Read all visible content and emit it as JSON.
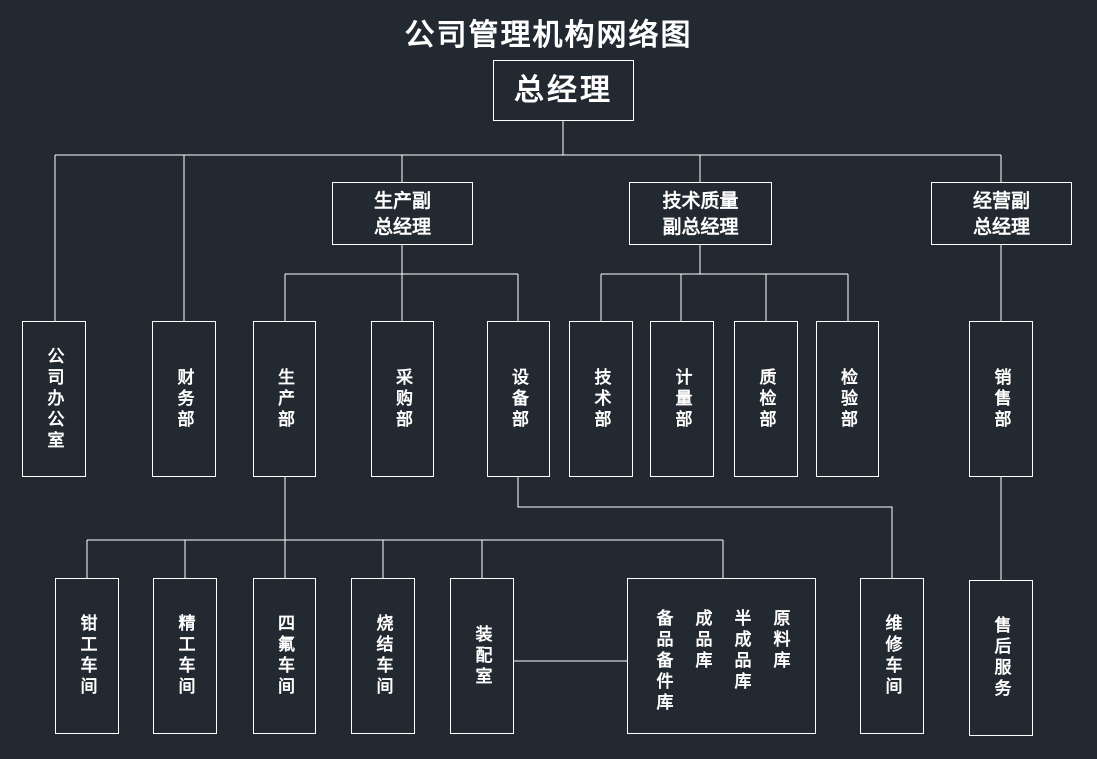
{
  "title": "公司管理机构网络图",
  "root": "总经理",
  "vps": {
    "production": "生产副\n总经理",
    "tech_quality": "技术质量\n副总经理",
    "business": "经营副\n总经理"
  },
  "departments": {
    "office": "公司办公室",
    "finance": "财务部",
    "production": "生产部",
    "purchasing": "采购部",
    "equipment": "设备部",
    "technology": "技术部",
    "metrology": "计量部",
    "quality": "质检部",
    "inspection": "检验部",
    "sales": "销售部"
  },
  "workshops": {
    "fitter": "钳工车间",
    "precision": "精工车间",
    "ptfe": "四氟车间",
    "sintering": "烧结车间",
    "assembly": "装配室",
    "maintenance": "维修车间",
    "after_sales": "售后服务"
  },
  "warehouses": [
    "原料库",
    "半成品库",
    "成品库",
    "备品备件库"
  ]
}
